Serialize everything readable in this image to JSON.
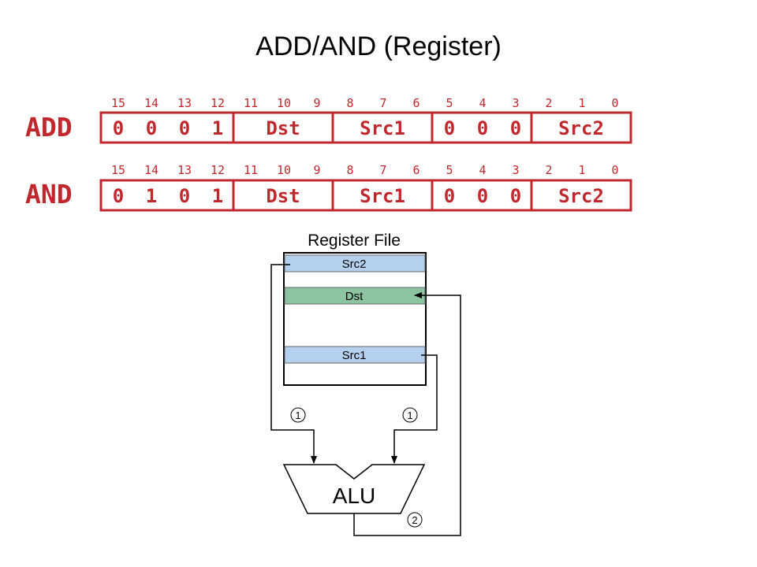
{
  "title": "ADD/AND (Register)",
  "bit_numbers": [
    "15",
    "14",
    "13",
    "12",
    "11",
    "10",
    "9",
    "8",
    "7",
    "6",
    "5",
    "4",
    "3",
    "2",
    "1",
    "0"
  ],
  "instructions": [
    {
      "mnemonic": "ADD",
      "opcode_bits": [
        "0",
        "0",
        "0",
        "1"
      ],
      "dst": "Dst",
      "src1": "Src1",
      "pad_bits": [
        "0",
        "0",
        "0"
      ],
      "src2": "Src2"
    },
    {
      "mnemonic": "AND",
      "opcode_bits": [
        "0",
        "1",
        "0",
        "1"
      ],
      "dst": "Dst",
      "src1": "Src1",
      "pad_bits": [
        "0",
        "0",
        "0"
      ],
      "src2": "Src2"
    }
  ],
  "register_file": {
    "title": "Register File",
    "rows": {
      "src2": "Src2",
      "dst": "Dst",
      "src1": "Src1"
    }
  },
  "alu": {
    "label": "ALU"
  },
  "step_markers": {
    "read_left": "1",
    "read_right": "1",
    "write": "2"
  },
  "colors": {
    "instruction_red": "#c0282d",
    "src_blue": "#b4d0ee",
    "dst_green": "#8cc4a0"
  }
}
